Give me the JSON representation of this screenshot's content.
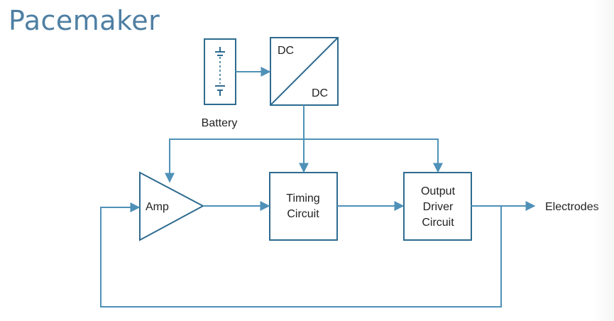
{
  "title": "Pacemaker",
  "blocks": {
    "battery": {
      "label": "Battery"
    },
    "dcdc": {
      "top_label": "DC",
      "bottom_label": "DC"
    },
    "amp": {
      "label": "Amp"
    },
    "timing": {
      "line1": "Timing",
      "line2": "Circuit"
    },
    "output": {
      "line1": "Output",
      "line2": "Driver",
      "line3": "Circuit"
    }
  },
  "output_label": "Electrodes",
  "colors": {
    "title": "#4f7fa3",
    "block_stroke": "#2d6b8f",
    "wire": "#4f91b8",
    "text": "#222222"
  }
}
